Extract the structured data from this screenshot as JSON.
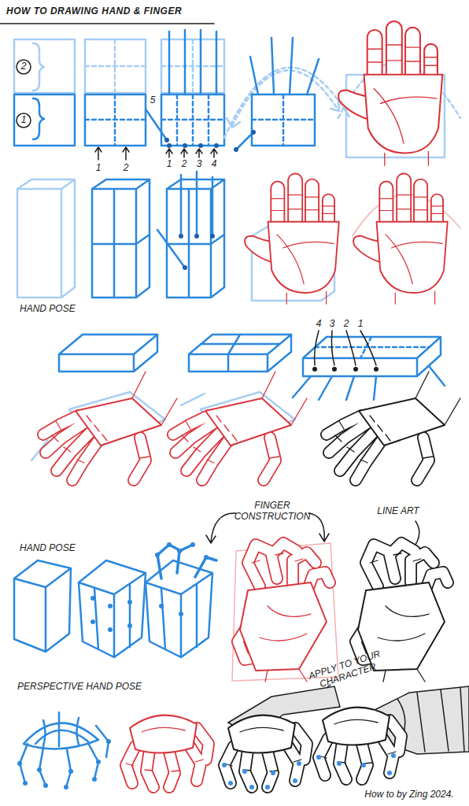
{
  "diagram": {
    "title": "HOW TO DRAWING HAND & FINGER",
    "labels": [
      "2",
      "1",
      "1",
      "2",
      "5",
      "1",
      "2",
      "3",
      "4",
      "HAND POSE",
      "4",
      "3",
      "2",
      "1",
      "FINGER CONSTRUCTION",
      "LINE ART",
      "HAND POSE",
      "PERSPECTIVE HAND POSE",
      "APPLY TO YOUR CHARACTER",
      "How to by Zing 2024."
    ]
  }
}
